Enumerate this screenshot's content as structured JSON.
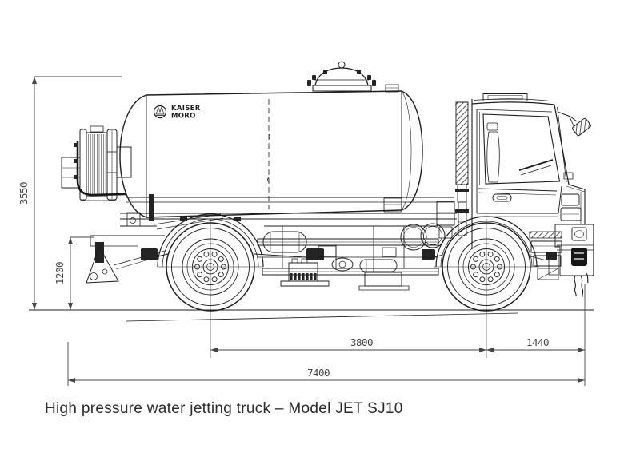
{
  "page": {
    "background": "#ffffff",
    "caption": "High pressure water jetting truck – Model JET SJ10"
  },
  "drawing": {
    "type": "technical-side-elevation",
    "subject": "High pressure water jetting truck",
    "model": "JET SJ10",
    "line_color": "#1c1c1c",
    "dimension_color": "#454545",
    "tank_logo": {
      "line1": "KAISER",
      "line2": "MORO"
    },
    "dimensions": {
      "overall_height": "3550",
      "rear_frame_height": "1200",
      "wheelbase": "3800",
      "front_overhang": "1440",
      "overall_length": "7400"
    }
  }
}
